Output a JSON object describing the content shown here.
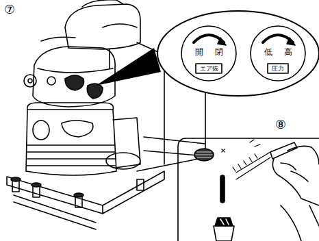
{
  "diagram": {
    "labels": [
      "⑦",
      "開",
      "閉",
      "エア抜",
      "低",
      "高",
      "圧力",
      "⑧"
    ]
  }
}
